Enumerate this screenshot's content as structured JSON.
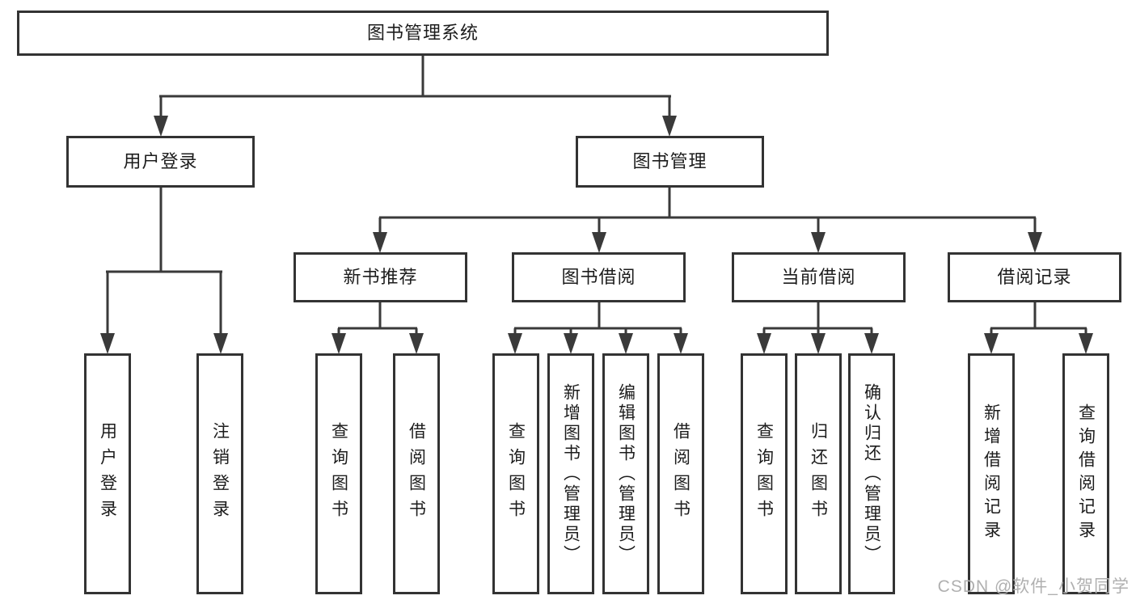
{
  "diagram_title": "图书管理系统",
  "tree": {
    "root": "图书管理系统",
    "branches": [
      {
        "label": "用户登录",
        "children": [
          "用户登录",
          "注销登录"
        ]
      },
      {
        "label": "图书管理",
        "groups": [
          {
            "label": "新书推荐",
            "children": [
              "查询图书",
              "借阅图书"
            ]
          },
          {
            "label": "图书借阅",
            "children": [
              "查询图书",
              "新增图书（管理员）",
              "编辑图书（管理员）",
              "借阅图书"
            ]
          },
          {
            "label": "当前借阅",
            "children": [
              "查询图书",
              "归还图书",
              "确认归还（管理员）"
            ]
          },
          {
            "label": "借阅记录",
            "children": [
              "新增借阅记录",
              "查询借阅记录"
            ]
          }
        ]
      }
    ]
  },
  "watermark": {
    "text": "CSDN @软件_小贺同学"
  },
  "colors": {
    "background": "#ffffff",
    "box_border": "#333333",
    "connector_line": "#3a3a3a",
    "text": "#1c1c1c",
    "watermark_text": "#b0b0b0"
  }
}
